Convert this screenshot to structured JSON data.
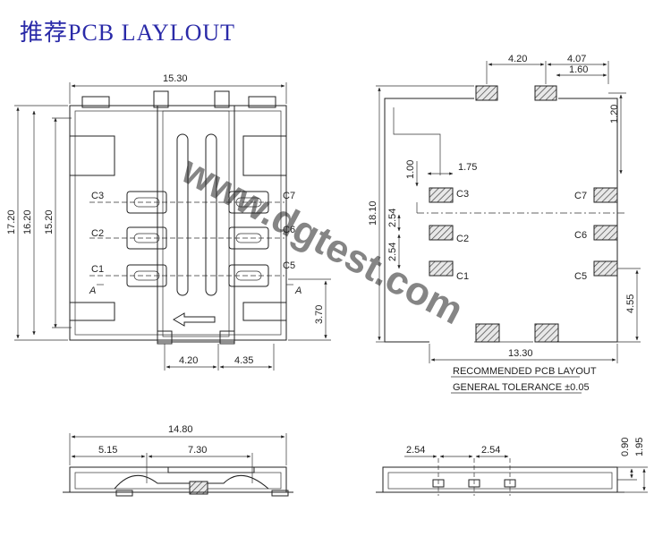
{
  "title": "推荐PCB LAYLOUT",
  "watermark": "www.dgtest.com",
  "top_view": {
    "dims": {
      "width": "15.30",
      "h1": "17.20",
      "h2": "16.20",
      "h3": "15.20",
      "offset": "3.70",
      "b1": "4.20",
      "b2": "4.35"
    },
    "contacts": [
      "C3",
      "C2",
      "C1",
      "C7",
      "C6",
      "C5"
    ],
    "section_marks": [
      "A",
      "A"
    ]
  },
  "pcb_layout": {
    "dims": {
      "top1": "4.20",
      "top2": "4.07",
      "top3": "1.60",
      "right_top": "1.20",
      "pad_h": "1.00",
      "pad_w": "1.75",
      "pitch1": "2.54",
      "pitch2": "2.54",
      "height": "18.10",
      "width": "13.30",
      "right_low": "4.55"
    },
    "pads": [
      "C3",
      "C2",
      "C1",
      "C7",
      "C6",
      "C5"
    ],
    "note1": "RECOMMENDED PCB LAYOUT",
    "note2": "GENERAL TOLERANCE ±0.05"
  },
  "side_view_left": {
    "dims": {
      "total": "14.80",
      "d1": "5.15",
      "d2": "7.30"
    }
  },
  "side_view_right": {
    "dims": {
      "p1": "2.54",
      "p2": "2.54",
      "h1": "0.90",
      "h2": "1.95"
    }
  }
}
